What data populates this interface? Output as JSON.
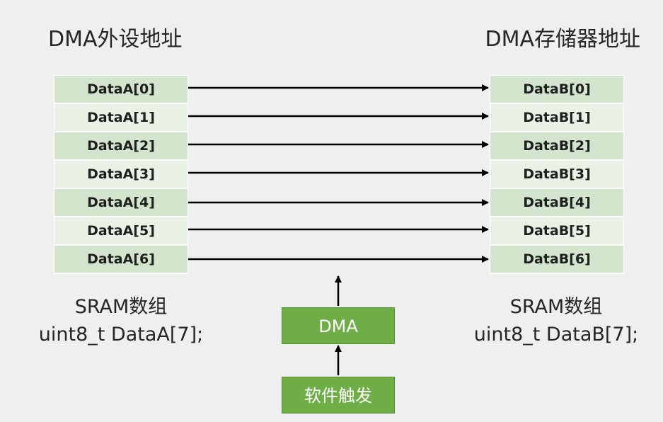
{
  "left": {
    "title": "DMA外设地址",
    "cells": [
      "DataA[0]",
      "DataA[1]",
      "DataA[2]",
      "DataA[3]",
      "DataA[4]",
      "DataA[5]",
      "DataA[6]"
    ],
    "caption_line1": "SRAM数组",
    "caption_line2": "uint8_t DataA[7];"
  },
  "right": {
    "title": "DMA存储器地址",
    "cells": [
      "DataB[0]",
      "DataB[1]",
      "DataB[2]",
      "DataB[3]",
      "DataB[4]",
      "DataB[5]",
      "DataB[6]"
    ],
    "caption_line1": "SRAM数组",
    "caption_line2": "uint8_t DataB[7];"
  },
  "dma_box": {
    "label": "DMA"
  },
  "trigger_box": {
    "label": "软件触发"
  },
  "colors": {
    "cell_odd": "#d4e5cd",
    "cell_even": "#eaf2e6",
    "box_fill": "#6fad47",
    "arrow": "#000000"
  }
}
